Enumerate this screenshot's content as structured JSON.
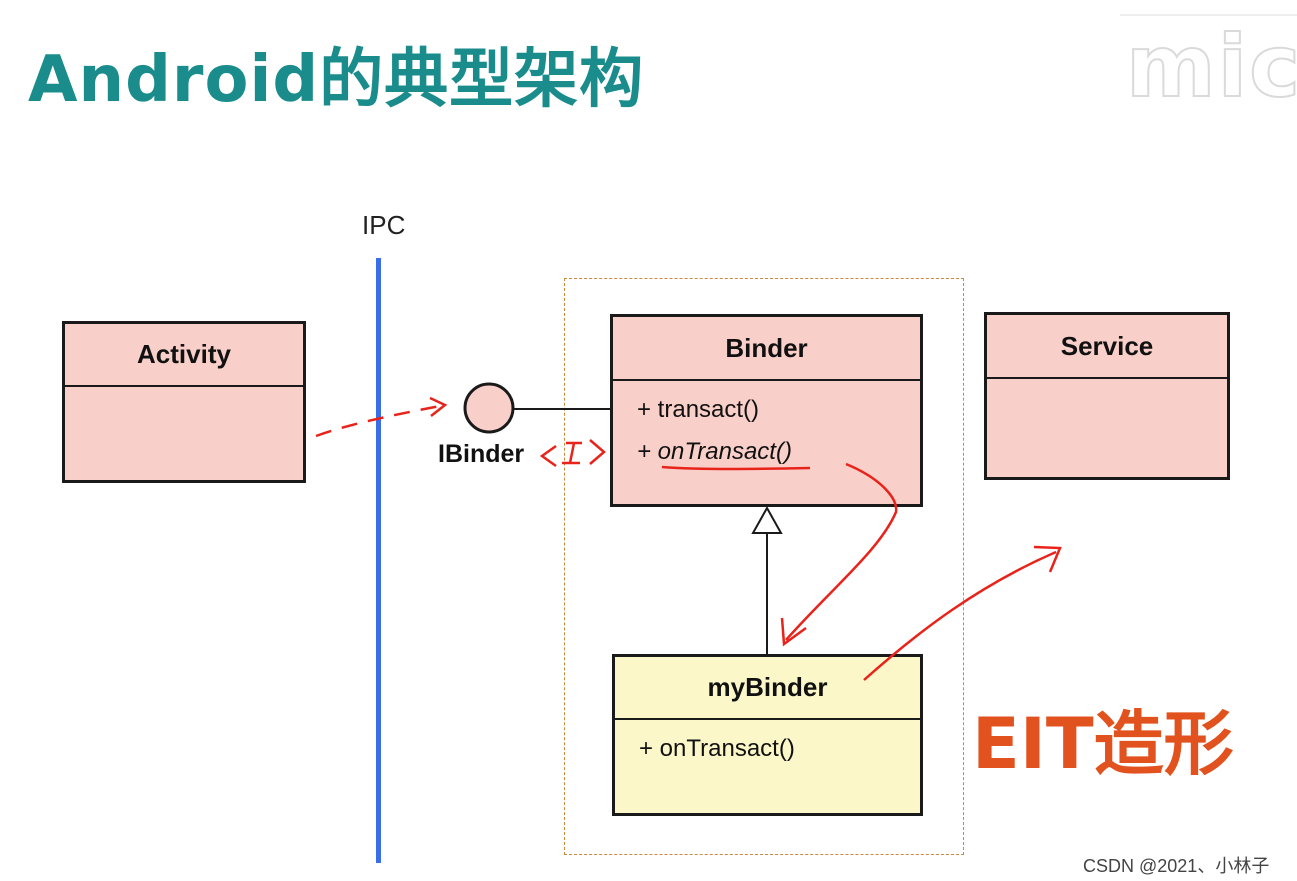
{
  "title": "Android的典型架构",
  "logo_text": "micr",
  "ipc_label": "IPC",
  "activity": {
    "name": "Activity"
  },
  "binder": {
    "name": "Binder",
    "methods": [
      "+ transact()",
      "+ onTransact()"
    ]
  },
  "service": {
    "name": "Service"
  },
  "mybinder": {
    "name": "myBinder",
    "methods": [
      "+ onTransact()"
    ]
  },
  "interface": {
    "name": "IBinder",
    "handwritten_mark": "<I>"
  },
  "annotation": "EIT造形",
  "watermark": "CSDN @2021、小林子",
  "colors": {
    "title": "#1a8c8c",
    "class_fill": "#f9cfc9",
    "subclass_fill": "#fbf7c8",
    "ipc_line": "#3a6ee8",
    "handwriting": "#e8231a",
    "annotation": "#e2521e",
    "package_border": "#c98a3a"
  }
}
